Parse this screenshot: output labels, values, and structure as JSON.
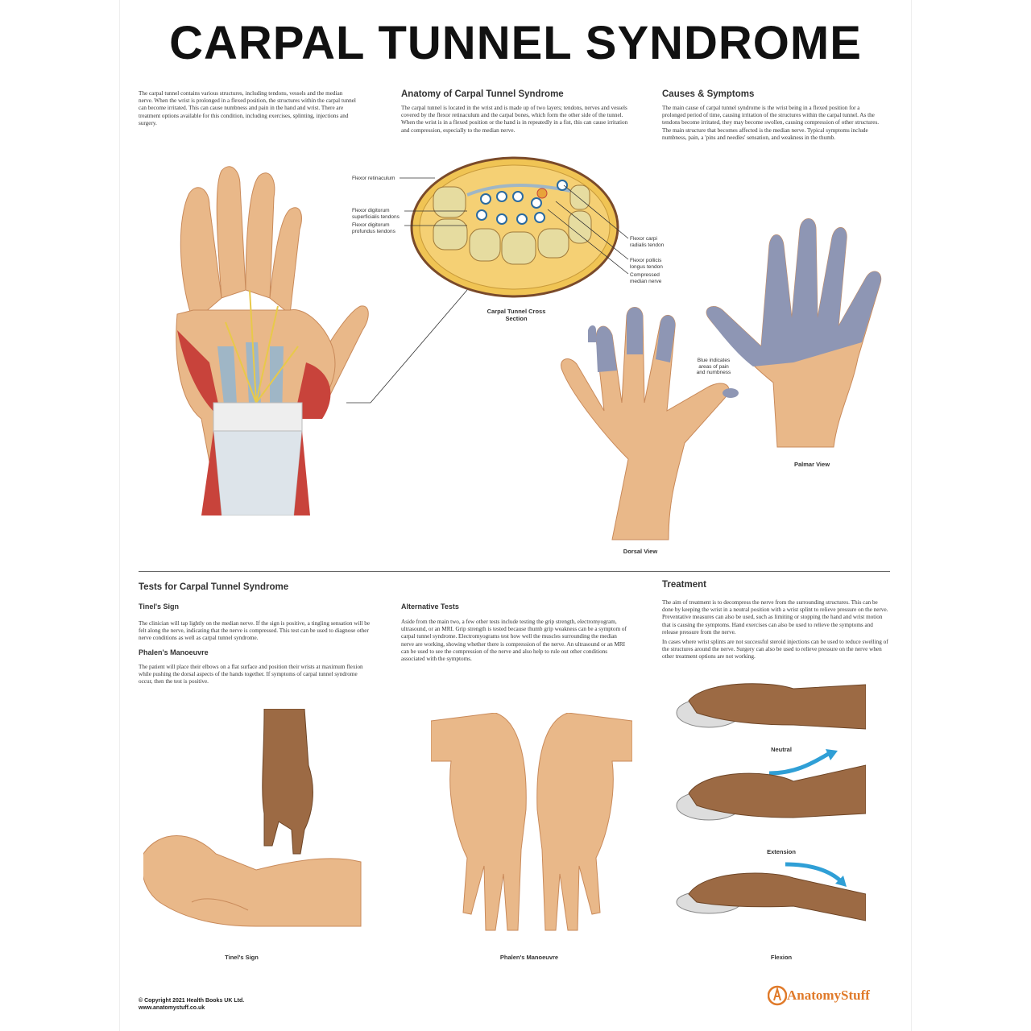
{
  "title": "CARPAL TUNNEL SYNDROME",
  "intro": {
    "text": "The carpal tunnel contains various structures, including tendons, vessels and the median nerve. When the wrist is prolonged in a flexed position, the structures within the carpal tunnel can become irritated. This can cause numbness and pain in the hand and wrist. There are treatment options available for this condition, including exercises, splinting, injections and surgery."
  },
  "anatomy": {
    "heading": "Anatomy of Carpal Tunnel Syndrome",
    "text": "The carpal tunnel is located in the wrist and is made up of two layers; tendons, nerves and vessels covered by the flexor retinaculum and the carpal bones, which form the other side of the tunnel. When the wrist is in a flexed position or the hand is in repeatedly in a fist, this can cause irritation and compression, especially to the median nerve.",
    "labels": {
      "flexor_retinaculum": "Flexor retinaculum",
      "fds": "Flexor digitorum superficialis tendons",
      "fdp": "Flexor digitorum profundus tendons",
      "fcr": "Flexor carpi radialis tendon",
      "fpl": "Flexor pollicis longus tendon",
      "cmn": "Compressed median nerve"
    },
    "caption": "Carpal Tunnel Cross Section"
  },
  "causes": {
    "heading": "Causes & Symptoms",
    "text": "The main cause of carpal tunnel syndrome is the wrist being in a flexed position for a prolonged period of time, causing irritation of the structures within the carpal tunnel. As the tendons become irritated, they may become swollen, causing compression of other structures. The main structure that becomes affected is the median nerve. Typical symptoms include numbness, pain, a 'pins and needles' sensation, and weakness in the thumb.",
    "blue_label": "Blue indicates areas of pain and numbness",
    "palmar_caption": "Palmar View",
    "dorsal_caption": "Dorsal View"
  },
  "tests": {
    "heading": "Tests for Carpal Tunnel Syndrome",
    "tinel_heading": "Tinel's Sign",
    "tinel_text": "The clinician will tap lightly on the median nerve. If the sign is positive, a tingling sensation will be felt along the nerve, indicating that the nerve is compressed. This test can be used to diagnose other nerve conditions as well as carpal tunnel syndrome.",
    "phalen_heading": "Phalen's Manoeuvre",
    "phalen_text": "The patient will place their elbows on a flat surface and position their wrists at maximum flexion while pushing the dorsal aspects of the hands together. If symptoms of carpal tunnel syndrome occur, then the test is positive.",
    "tinel_caption": "Tinel's Sign",
    "phalen_caption": "Phalen's Manoeuvre"
  },
  "alternative": {
    "heading": "Alternative Tests",
    "text": "Aside from the main two, a few other tests include testing the grip strength, electromyogram, ultrasound, or an MRI. Grip strength is tested because thumb grip weakness can be a symptom of carpal tunnel syndrome. Electromyograms test how well the muscles surrounding the median nerve are working, showing whether there is compression of the nerve. An ultrasound or an MRI can be used to see the compression of the nerve and also help to rule out other conditions associated with the symptoms."
  },
  "treatment": {
    "heading": "Treatment",
    "text1": "The aim of treatment is to decompress the nerve from the surrounding structures. This can be done by keeping the wrist in a neutral position with a wrist splint to relieve pressure on the nerve. Preventative measures can also be used, such as limiting or stopping the hand and wrist motion that is causing the symptoms. Hand exercises can also be used to relieve the symptoms and release pressure from the nerve.",
    "text2": "In cases where wrist splints are not successful steroid injections can be used to reduce swelling of the structures around the nerve. Surgery can also be used to relieve pressure on the nerve when other treatment options are not working.",
    "neutral": "Neutral",
    "extension": "Extension",
    "flexion": "Flexion"
  },
  "footer": {
    "copyright": "© Copyright 2021 Health Books UK Ltd.",
    "url": "www.anatomystuff.co.uk",
    "logo_text": "AnatomyStuff"
  },
  "colors": {
    "skin": "#e9b889",
    "skin_dark": "#c98a5a",
    "blue_numb": "#8e96b4",
    "muscle": "#c8433b",
    "tendon": "#9fb6c6",
    "nerve": "#e8c94a",
    "fat": "#f0c454",
    "arrow": "#2f9fd6",
    "logo": "#e07a2a"
  }
}
